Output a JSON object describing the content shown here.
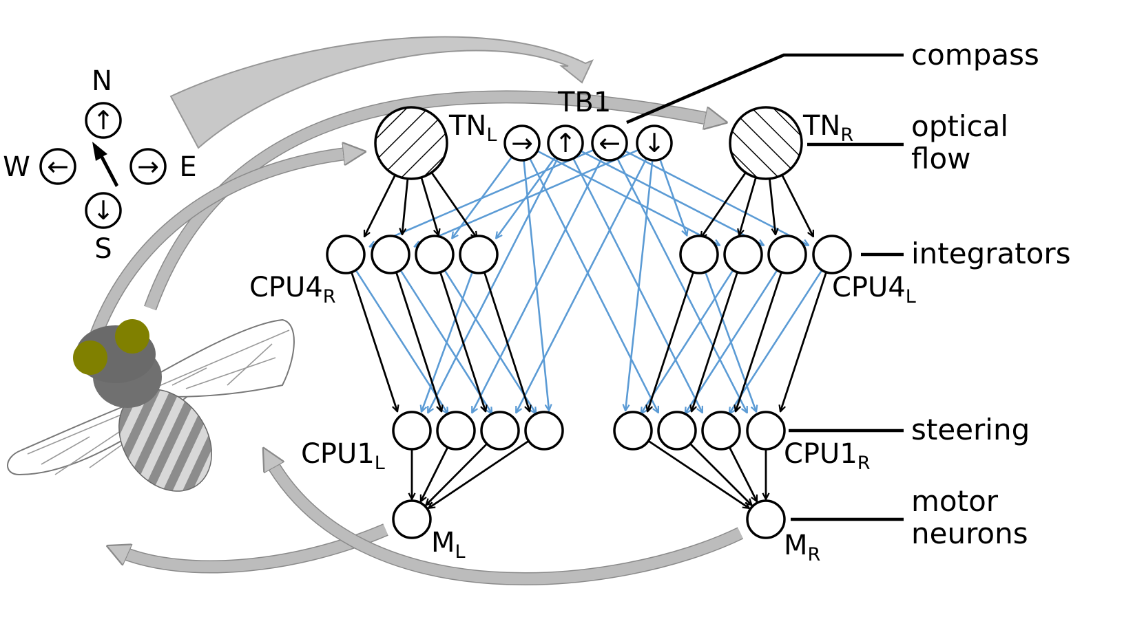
{
  "compass_rose": {
    "north": "N",
    "south": "S",
    "east": "E",
    "west": "W",
    "glyph_north": "↑",
    "glyph_south": "↓",
    "glyph_east": "→",
    "glyph_west": "←"
  },
  "neurons": {
    "tn_left": {
      "base": "TN",
      "sub": "L"
    },
    "tn_right": {
      "base": "TN",
      "sub": "R"
    },
    "tb1": {
      "label": "TB1",
      "glyphs": [
        "→",
        "↑",
        "←",
        "↓"
      ]
    },
    "cpu4_right": {
      "base": "CPU4",
      "sub": "R"
    },
    "cpu4_left": {
      "base": "CPU4",
      "sub": "L"
    },
    "cpu1_left": {
      "base": "CPU1",
      "sub": "L"
    },
    "cpu1_right": {
      "base": "CPU1",
      "sub": "R"
    },
    "motor_left": {
      "base": "M",
      "sub": "L"
    },
    "motor_right": {
      "base": "M",
      "sub": "R"
    }
  },
  "layer_labels": {
    "compass": "compass",
    "optical_flow_line1": "optical",
    "optical_flow_line2": "flow",
    "integrators": "integrators",
    "steering": "steering",
    "motor_line1": "motor",
    "motor_line2": "neurons"
  },
  "colors": {
    "connection_blue": "#5b9bd5",
    "connection_black": "#000000",
    "feedback_gray": "#c4c4c4",
    "fly_eye": "#808000",
    "fly_body": "#707070"
  }
}
